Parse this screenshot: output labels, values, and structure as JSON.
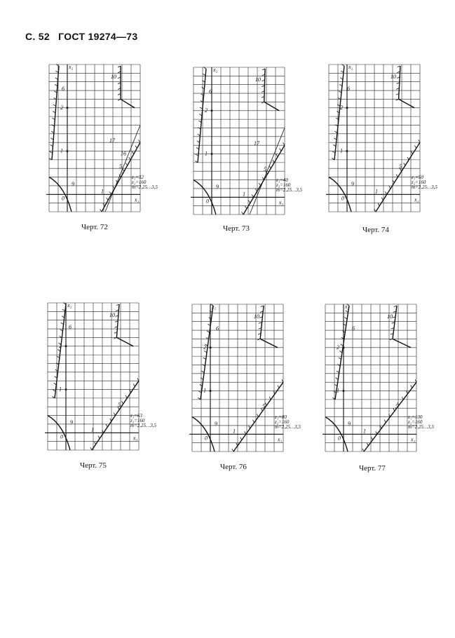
{
  "header": {
    "page": "С. 52",
    "standard": "ГОСТ 19274—73"
  },
  "axis_labels": {
    "vertical": "x₂",
    "horizontal": "x₁",
    "origin": "0"
  },
  "figures": [
    {
      "caption": "Черт. 72",
      "z1": "z₁=32",
      "z2": "z₂=160",
      "m": "m=2,25…3,5",
      "curve_labels": [
        "10",
        "17",
        "16",
        "5",
        "6",
        "2",
        "1",
        "9",
        "1"
      ]
    },
    {
      "caption": "Черт. 73",
      "z1": "z₁=40",
      "z2": "z₂=160",
      "m": "m=2,25…3,5",
      "curve_labels": [
        "10",
        "17",
        "5",
        "6",
        "2",
        "1",
        "9",
        "1"
      ]
    },
    {
      "caption": "Черт. 74",
      "z1": "z₁=50",
      "z2": "z₂=160",
      "m": "m=2,25…3,5",
      "curve_labels": [
        "10",
        "5",
        "6",
        "2",
        "1",
        "9",
        "1"
      ]
    },
    {
      "caption": "Черт. 75",
      "z1": "z₁=63",
      "z2": "z₂=160",
      "m": "m=2,25…3,5",
      "curve_labels": [
        "10",
        "5",
        "6",
        "2",
        "1",
        "9",
        "1"
      ]
    },
    {
      "caption": "Черт. 76",
      "z1": "z₁=80",
      "z2": "z₂=160",
      "m": "m=2,25…3,5",
      "curve_labels": [
        "10",
        "5",
        "6",
        "2",
        "1",
        "9",
        "1"
      ]
    },
    {
      "caption": "Черт. 77",
      "z1": "z₁=100",
      "z2": "z₂=160",
      "m": "m=2,25…3,5",
      "curve_labels": [
        "10",
        "5",
        "6",
        "2",
        "1",
        "9",
        "1"
      ]
    }
  ]
}
